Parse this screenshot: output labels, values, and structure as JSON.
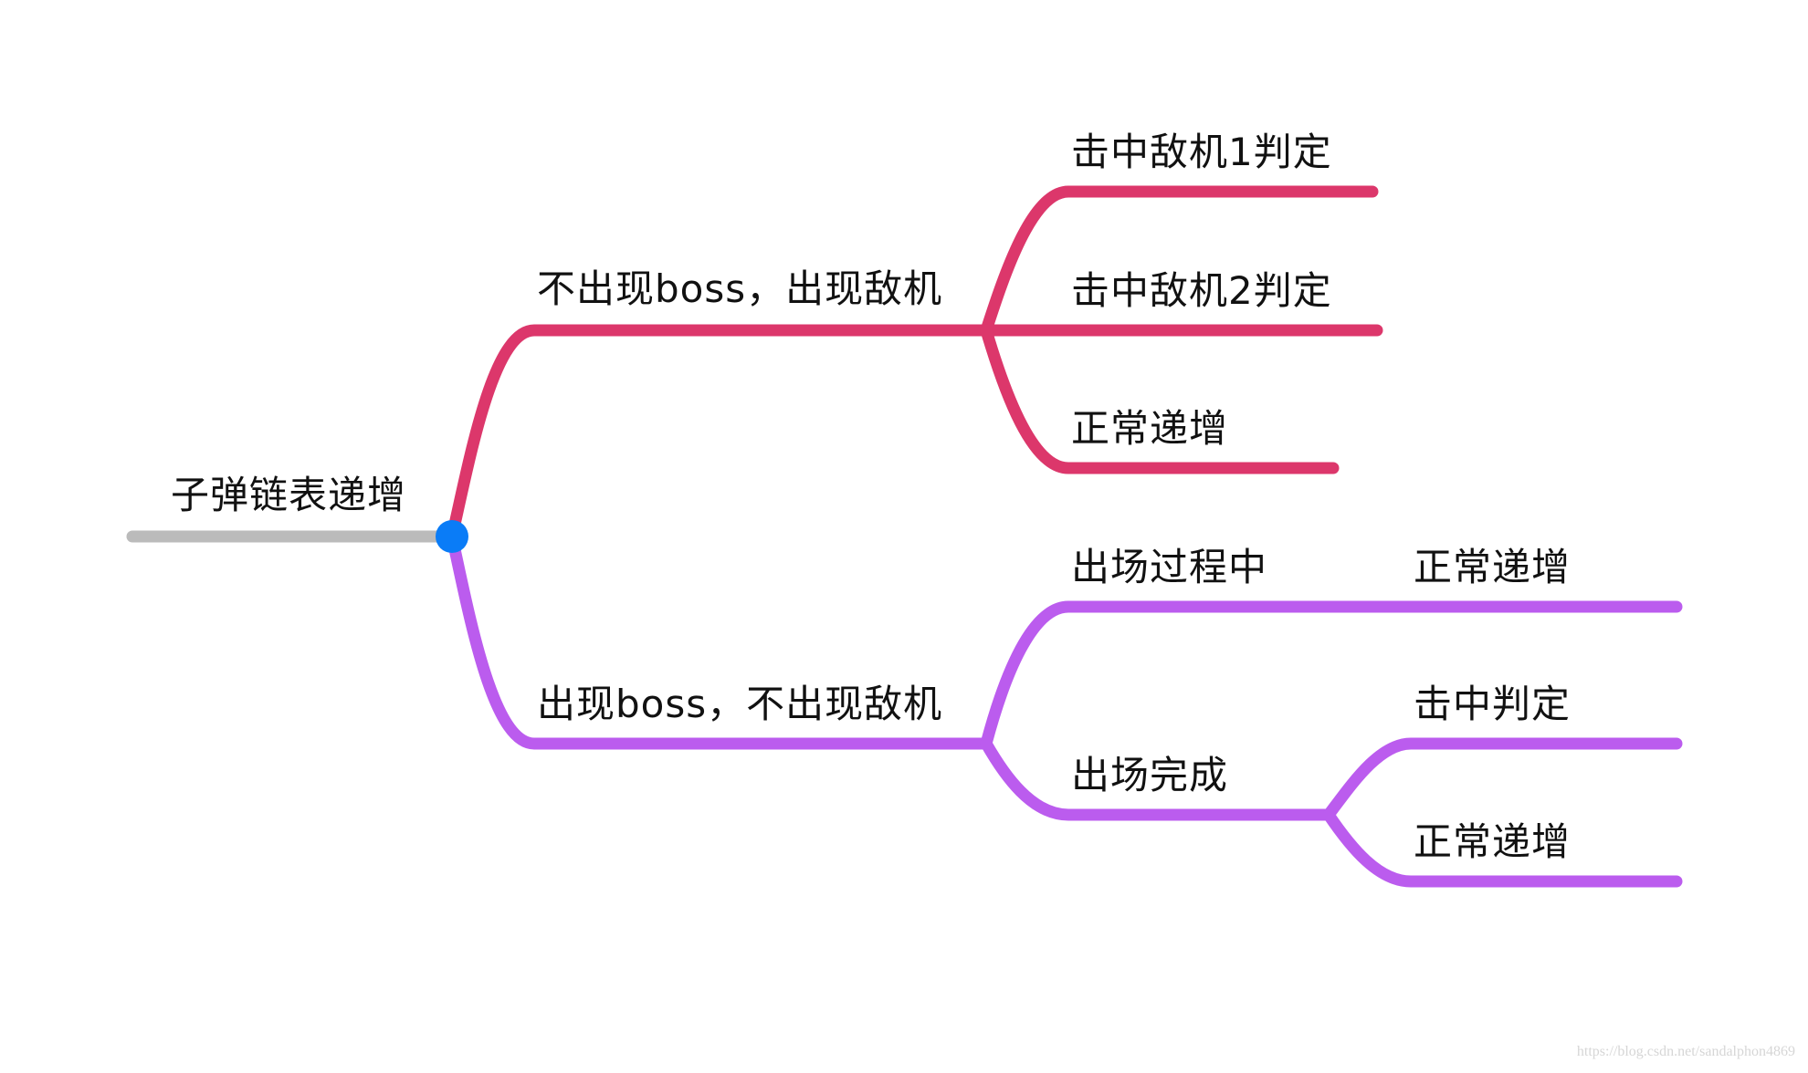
{
  "colors": {
    "root_line": "#bbbbbb",
    "root_dot": "#0a7cf7",
    "branch_pink": "#dc376b",
    "branch_purple": "#bb5cee",
    "text": "#111111"
  },
  "mindmap": {
    "root": {
      "label": "子弹链表递增",
      "children": [
        {
          "label": "不出现boss，出现敌机",
          "color": "branch_pink",
          "children": [
            {
              "label": "击中敌机1判定"
            },
            {
              "label": "击中敌机2判定"
            },
            {
              "label": "正常递增"
            }
          ]
        },
        {
          "label": "出现boss，不出现敌机",
          "color": "branch_purple",
          "children": [
            {
              "label": "出场过程中",
              "children": [
                {
                  "label": "正常递增"
                }
              ]
            },
            {
              "label": "出场完成",
              "children": [
                {
                  "label": "击中判定"
                },
                {
                  "label": "正常递增"
                }
              ]
            }
          ]
        }
      ]
    }
  },
  "watermark": "https://blog.csdn.net/sandalphon4869"
}
